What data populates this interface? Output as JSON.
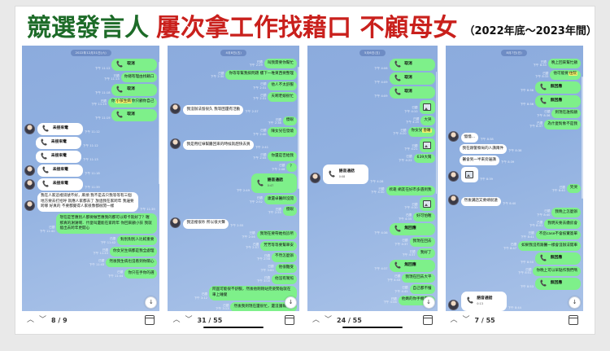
{
  "header": {
    "title_green": "競選發言人",
    "title_red": "屢次拿工作找藉口 不顧母女",
    "subtitle": "（2022年底～2023年間）"
  },
  "icons": {
    "phone": "📞",
    "chevron_up": "︿",
    "chevron_down": "﹀",
    "scroll_down": "↓",
    "screenshot": "screenshot-icon"
  },
  "panels": [
    {
      "id": "panel-1",
      "page": "8 / 9",
      "date_chip": "2022年12月31日(六)",
      "messages": [
        {
          "side": "out",
          "type": "call",
          "text": "取消",
          "time": "下午 11:12"
        },
        {
          "side": "out",
          "type": "text",
          "text": "你總有理由找藉口",
          "time": "下午 11:13",
          "read": "已讀"
        },
        {
          "side": "out",
          "type": "call",
          "text": "取消",
          "time": "下午 11:18"
        },
        {
          "side": "out",
          "type": "text",
          "text": "你小孩生病你只顧你自己",
          "time": "下午 11:19",
          "read": "已讀",
          "highlight": "小孩生病"
        },
        {
          "side": "out",
          "type": "call",
          "text": "取消",
          "time": "下午 11:19"
        },
        {
          "side": "in",
          "type": "call",
          "text": "未接來電",
          "time": "下午 11:12",
          "avatar": true
        },
        {
          "side": "in",
          "type": "call",
          "text": "未接來電",
          "time": "下午 11:12",
          "avatar": false
        },
        {
          "side": "in",
          "type": "call",
          "text": "未接來電",
          "time": "下午 11:13",
          "avatar": false
        },
        {
          "side": "in",
          "type": "call",
          "text": "未接來電",
          "time": "下午 11:18",
          "avatar": true
        },
        {
          "side": "in",
          "type": "call",
          "text": "未接來電",
          "time": "下午 11:39",
          "avatar": true
        },
        {
          "side": "in",
          "type": "text",
          "text": "我在人家這裡訊號不好，麻煩 我不是去只我等等有三個地方要去打招呼 就應人家都去了 放過我在家跨年 我邊要跨哪 好真的 不要都覺得人家很像都很閒一樣",
          "time": "下午 11:39",
          "avatar": true
        },
        {
          "side": "out",
          "type": "text",
          "text": "現在是苦應別人都要做苦應我的都可以晾卡就好了？喔 那真的謝謝啊．什麼叫還能在家跨年 你回來顧小孩 我就能出去跨年更開心",
          "time": "下午 11:40",
          "read": "已讀"
        },
        {
          "side": "out",
          "type": "text",
          "text": "對別對別人比較重要",
          "time": "下午 11:42",
          "read": "已讀"
        },
        {
          "side": "out",
          "type": "text",
          "text": "你女兒生病都是我全處理",
          "time": "下午 11:43",
          "read": "已讀"
        },
        {
          "side": "out",
          "type": "text",
          "text": "然後我生病也沒看到你關心",
          "time": "下午 11:43",
          "read": "已讀"
        },
        {
          "side": "out",
          "type": "text",
          "text": "你只在手你的選",
          "time": "下午 11:44",
          "read": "已讀"
        }
      ]
    },
    {
      "id": "panel-2",
      "page": "31 / 55",
      "date_chip": "4月8日(五)",
      "messages": [
        {
          "side": "out",
          "type": "text",
          "text": "叫我需要你幫忙",
          "time": "下午 2:29",
          "read": "已讀"
        },
        {
          "side": "out",
          "type": "text",
          "text": "你等等幫我搞問題 樓下一堆東西要整理",
          "time": "下午 2:30",
          "read": "已讀"
        },
        {
          "side": "out",
          "type": "text",
          "text": "他人不太舒服",
          "time": "下午 2:31",
          "read": "已讀"
        },
        {
          "side": "out",
          "type": "text",
          "text": "天啊老娘很忙",
          "time": "下午 2:31",
          "read": "已讀"
        },
        {
          "side": "in",
          "type": "text",
          "text": "我沒辦法留很久 我等困還有活動",
          "time": "下午 2:37",
          "avatar": true
        },
        {
          "side": "out",
          "type": "text",
          "text": "傻眼",
          "time": "下午 2:38",
          "read": "已讀"
        },
        {
          "side": "out",
          "type": "text",
          "text": "陳女兒在發燒",
          "time": "下午 2:40",
          "read": "已讀"
        },
        {
          "side": "in",
          "type": "text",
          "text": "我是用紅綠幫醬回來的時候就趕快去買",
          "time": "下午 2:41",
          "avatar": true
        },
        {
          "side": "out",
          "type": "text",
          "text": "你還是否給我",
          "time": "下午 2:45",
          "read": "已讀"
        },
        {
          "side": "out",
          "type": "text",
          "text": "？",
          "time": "下午 2:48",
          "read": "已讀"
        },
        {
          "side": "out",
          "type": "call",
          "text": "語音通話",
          "dur": "0:47",
          "time": "下午 2:49"
        },
        {
          "side": "out",
          "type": "text",
          "text": "康還卓醫師沒開",
          "time": "下午 2:52",
          "read": "已讀"
        },
        {
          "side": "out",
          "type": "text",
          "text": "傻眼",
          "time": "下午 2:55",
          "read": "已讀"
        },
        {
          "side": "in",
          "type": "text",
          "text": "我這裡很吵 所以很大聲",
          "time": "下午 2:55",
          "avatar": true
        },
        {
          "side": "out",
          "type": "text",
          "text": "我現在要帶她找診所",
          "time": "下午 2:56",
          "read": "已讀"
        },
        {
          "side": "out",
          "type": "text",
          "text": "芳芳等等要幫車安",
          "time": "下午 2:57",
          "read": "已讀"
        },
        {
          "side": "out",
          "type": "text",
          "text": "不然怎麼辦",
          "time": "下午 2:58",
          "read": "已讀"
        },
        {
          "side": "out",
          "type": "text",
          "text": "他很難受",
          "time": "下午 3:00",
          "read": "已讀"
        },
        {
          "side": "out",
          "type": "text",
          "text": "他沒有駕照",
          "time": "下午 3:00",
          "read": "已讀"
        },
        {
          "side": "out",
          "type": "text",
          "text": "阿圓可能很不舒服，然後他剛剛站完姿勢貼就在車上睡覺",
          "time": "下午 3:12",
          "read": "已讀"
        },
        {
          "side": "out",
          "type": "text",
          "text": "然後我到現在還很忙，還沒護報名費",
          "time": "下午 3:13",
          "read": "已讀"
        },
        {
          "side": "out",
          "type": "text",
          "text": "你很衰",
          "time": "下午 3:14",
          "read": "已讀"
        },
        {
          "side": "out",
          "type": "text",
          "text": "我女兒很可憐",
          "time": "下午 3:15",
          "read": "已讀"
        }
      ]
    },
    {
      "id": "panel-3",
      "page": "24 / 55",
      "date_chip": "5月6日(五)",
      "messages": [
        {
          "side": "out",
          "type": "call",
          "text": "取消",
          "time": "下午 4:06"
        },
        {
          "side": "out",
          "type": "call",
          "text": "取消",
          "time": "下午 4:09"
        },
        {
          "side": "out",
          "type": "call",
          "text": "取消",
          "time": "下午 4:09"
        },
        {
          "side": "out",
          "type": "image",
          "time": "下午 4:10",
          "read": "已讀"
        },
        {
          "side": "out",
          "type": "text",
          "text": "大哭",
          "time": "下午 4:20",
          "read": "已讀"
        },
        {
          "side": "out",
          "type": "text",
          "text": "你女兒昏睡",
          "time": "下午 4:20",
          "read": "已讀",
          "highlight": "昏睡"
        },
        {
          "side": "out",
          "type": "image",
          "time": "下午 4:21",
          "read": "已讀"
        },
        {
          "side": "out",
          "type": "text",
          "text": "639大鬧",
          "time": "下午 4:22",
          "read": "已讀"
        },
        {
          "side": "in",
          "type": "call",
          "text": "語音通話",
          "dur": "0:08",
          "time": "下午 4:28",
          "avatar": true
        },
        {
          "side": "out",
          "type": "text",
          "text": "欸靠 網友在好市多遇到我",
          "time": "下午 4:30",
          "read": "已讀"
        },
        {
          "side": "out",
          "type": "image",
          "time": "下午 4:30",
          "read": "已讀"
        },
        {
          "side": "out",
          "type": "text",
          "text": "好可怕喔",
          "time": "下午 4:35",
          "read": "已讀"
        },
        {
          "side": "out",
          "type": "call",
          "text": "無回應",
          "time": "下午 4:36"
        },
        {
          "side": "out",
          "type": "text",
          "text": "我現在回去",
          "time": "下午 4:37",
          "read": "已讀"
        },
        {
          "side": "out",
          "type": "text",
          "text": "我好了",
          "time": "下午 4:37",
          "read": "已讀"
        },
        {
          "side": "out",
          "type": "call",
          "text": "無回應",
          "time": "下午 4:37"
        },
        {
          "side": "out",
          "type": "text",
          "text": "我現在回去大平",
          "time": "下午 4:43",
          "read": "已讀"
        },
        {
          "side": "out",
          "type": "text",
          "text": "自己都不懂",
          "time": "下午 4:45",
          "read": "已讀"
        },
        {
          "side": "out",
          "type": "text",
          "text": "他媽的你手機丟掉",
          "time": "下午 4:46",
          "read": "已讀"
        }
      ]
    },
    {
      "id": "panel-4",
      "page": "7 / 55",
      "date_chip": "8月7日(日)",
      "messages": [
        {
          "side": "out",
          "type": "text",
          "text": "晚上回來幫忙顧",
          "time": "下午 8:33",
          "read": "已讀"
        },
        {
          "side": "out",
          "type": "text",
          "text": "他可能要住院",
          "time": "下午 8:33",
          "read": "已讀",
          "highlight": "住院"
        },
        {
          "side": "out",
          "type": "call",
          "text": "無回應",
          "time": "下午 8:36"
        },
        {
          "side": "out",
          "type": "call",
          "text": "無回應",
          "time": "下午 8:36"
        },
        {
          "side": "out",
          "type": "text",
          "text": "到現在誰照顧",
          "time": "下午 8:36",
          "read": "已讀"
        },
        {
          "side": "out",
          "type": "text",
          "text": "為什麼對象不是我",
          "time": "下午 8:37",
          "read": "已讀"
        },
        {
          "side": "in",
          "type": "text",
          "text": "憶憶…",
          "time": "下午 8:38",
          "avatar": true
        },
        {
          "side": "in",
          "type": "text",
          "text": "我在跟警察局的人講兩件",
          "time": "下午 8:38",
          "avatar": false
        },
        {
          "side": "in",
          "type": "text",
          "text": "醫會到一半來旁邊講",
          "time": "下午 8:39",
          "avatar": false
        },
        {
          "side": "in",
          "type": "image",
          "time": "下午 8:39",
          "avatar": true
        },
        {
          "side": "out",
          "type": "text",
          "text": "笑哭",
          "time": "下午 8:40",
          "read": "已讀"
        },
        {
          "side": "in",
          "type": "text",
          "text": "然後講話又要靖很遠",
          "time": "下午 8:40",
          "avatar": true
        },
        {
          "side": "out",
          "type": "text",
          "text": "我晚上怎麼辦",
          "time": "下午 8:40",
          "read": "已讀"
        },
        {
          "side": "out",
          "type": "text",
          "text": "我明天要去繳房會",
          "time": "下午 8:41",
          "read": "已讀"
        },
        {
          "side": "out",
          "type": "text",
          "text": "不您case不會核實簽單",
          "time": "下午 8:41",
          "read": "已讀"
        },
        {
          "side": "out",
          "type": "text",
          "text": "如果我沒有跟醫一樣會沒辦法開車",
          "time": "下午 8:47",
          "read": "已讀"
        },
        {
          "side": "out",
          "type": "call",
          "text": "無回應",
          "time": "下午 8:50"
        },
        {
          "side": "out",
          "type": "text",
          "text": "你晚上可以早點作我們嗎",
          "time": "下午 8:51",
          "read": "已讀"
        },
        {
          "side": "out",
          "type": "call",
          "text": "無回應",
          "time": "下午 8:53"
        },
        {
          "side": "in",
          "type": "call",
          "text": "語音通話",
          "dur": "0:13",
          "time": "下午 8:44",
          "avatar": true
        }
      ]
    }
  ]
}
